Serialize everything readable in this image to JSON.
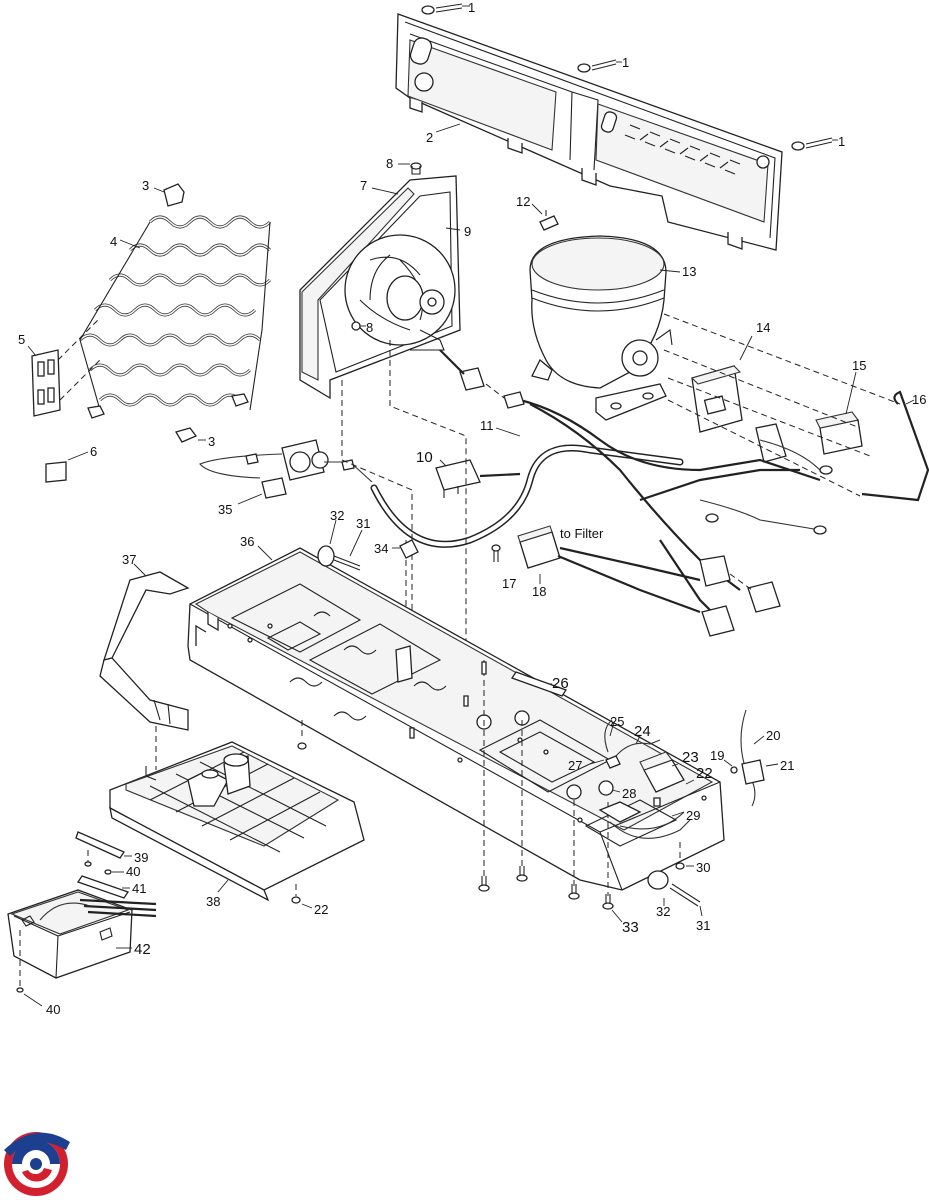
{
  "labels": {
    "l1a": "1",
    "l1b": "1",
    "l1c": "1",
    "l2": "2",
    "l3a": "3",
    "l3b": "3",
    "l4": "4",
    "l5": "5",
    "l6": "6",
    "l7": "7",
    "l8a": "8",
    "l8b": "8",
    "l9": "9",
    "l10": "10",
    "l11": "11",
    "l12": "12",
    "l13": "13",
    "l14": "14",
    "l15": "15",
    "l16": "16",
    "l17": "17",
    "l18": "18",
    "to_filter": "to Filter",
    "l19": "19",
    "l20": "20",
    "l21": "21",
    "l22a": "22",
    "l22b": "22",
    "l23": "23",
    "l24": "24",
    "l25": "25",
    "l26": "26",
    "l27": "27",
    "l28": "28",
    "l29": "29",
    "l30": "30",
    "l31a": "31",
    "l31b": "31",
    "l32a": "32",
    "l32b": "32",
    "l33": "33",
    "l34": "34",
    "l35": "35",
    "l36": "36",
    "l37": "37",
    "l38": "38",
    "l39": "39",
    "l40a": "40",
    "l40b": "40",
    "l41": "41",
    "l42": "42"
  },
  "colors": {
    "logo_red": "#d2202f",
    "logo_blue": "#1d3f8f",
    "line": "#222222"
  },
  "logo": {
    "icon": "brand-swirl-logo"
  }
}
